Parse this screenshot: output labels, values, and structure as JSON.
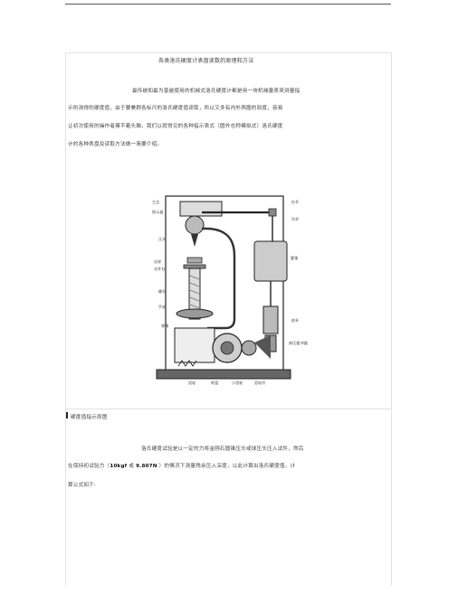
{
  "doc": {
    "title": "各类洛氏硬度计表盘读数的原理和方法",
    "intro": [
      "最传统和最为普遍使用的机械式洛氏硬度计都是用一块机械量表来测量指",
      "示所测得的硬度值，由于要兼顾各标尺的洛氏硬度值读取，所以又多有内外两圈的刻度，容易",
      "让初次使用的操作者摸不着头脑，我们以就常见的各种指示表式（圆外也称模拟式）洛氏硬度",
      "计的各种表盘及读取方法做一简要介绍。"
    ],
    "caption": "硬度值指示原图",
    "body_line1": "洛氏硬度试验是以一定的力将金刚石圆锥压头或球压头压入试件，然后",
    "body_line2": {
      "pre": "在保持初试验力（",
      "force_kgf": "10kgf",
      "or": " 或 ",
      "force_n": "9.807N",
      "post": " ）的情况下测量残余压入深度，以此计算出洛氏硬度值。计"
    },
    "body_line3": "算公式如下:",
    "diagram_labels": {
      "left": [
        "主品",
        "指示器",
        "压头",
        "试样",
        "试件台",
        "螺杆",
        "手轮",
        "弹簧"
      ],
      "right": [
        "杠杆",
        "吊杆",
        "重锤",
        "前杆",
        "卸压缓冲器"
      ],
      "bottom": [
        "齿轮",
        "转盘",
        "小齿轮",
        "齿轮杆"
      ]
    },
    "colors": {
      "text": "#444444",
      "rule": "#555555",
      "frame": "#e2e2e2"
    }
  }
}
